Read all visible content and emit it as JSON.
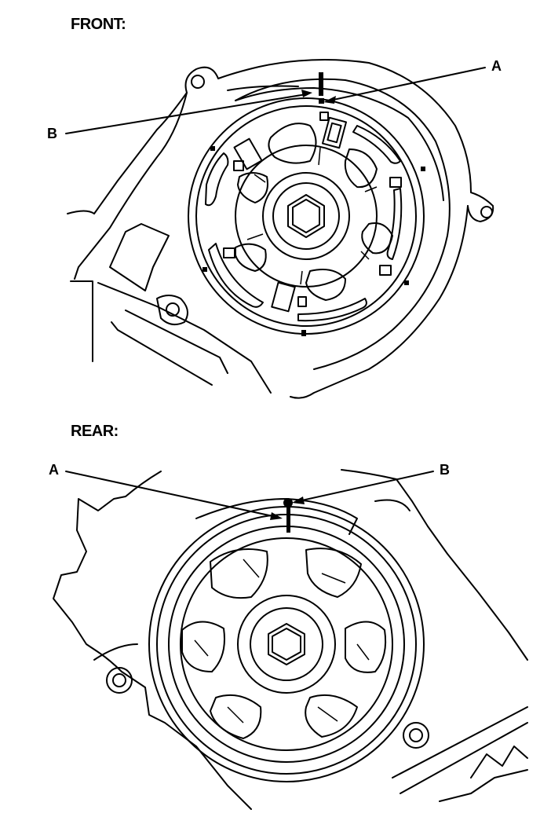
{
  "front": {
    "title": "FRONT:",
    "label_a": "A",
    "label_b": "B"
  },
  "rear": {
    "title": "REAR:",
    "label_a": "A",
    "label_b": "B"
  }
}
